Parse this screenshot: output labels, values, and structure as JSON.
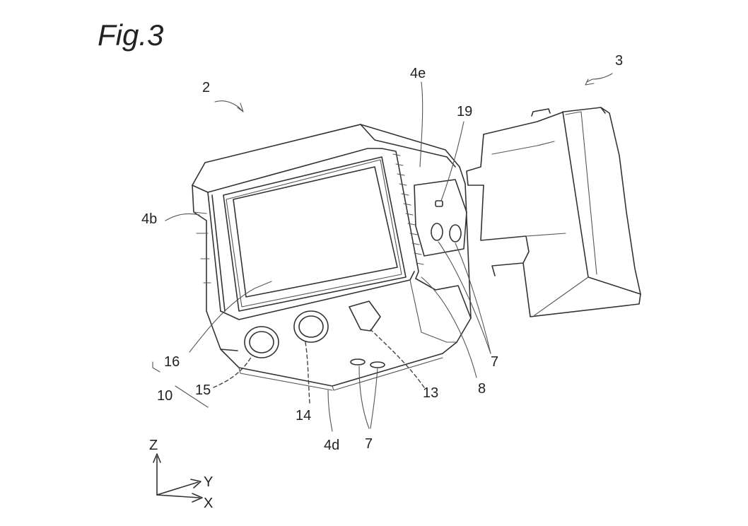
{
  "figure": {
    "title": "Fig.3"
  },
  "labels": {
    "device_main": "2",
    "device_attachment": "3",
    "face_4b": "4b",
    "face_4d": "4d",
    "face_4e": "4e",
    "terminal_7_side": "7",
    "terminal_7_bottom": "7",
    "vent_8": "8",
    "group_10": "10",
    "part_13": "13",
    "part_14": "14",
    "part_15": "15",
    "display_16": "16",
    "part_19": "19"
  },
  "axes": {
    "z": "Z",
    "y": "Y",
    "x": "X"
  }
}
